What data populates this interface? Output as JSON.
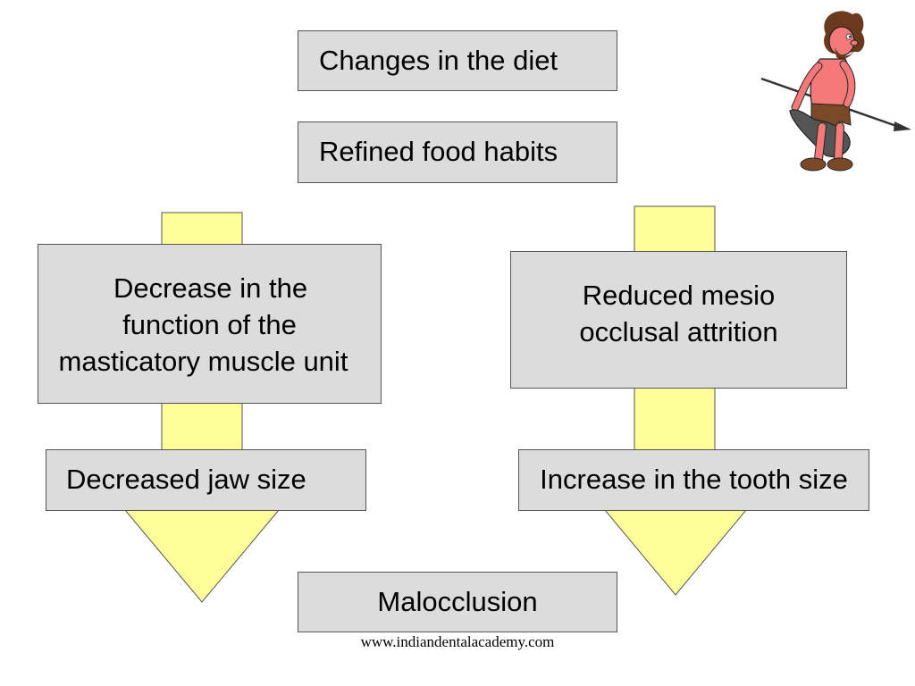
{
  "boxes": {
    "changes_in_diet": "Changes in the diet",
    "refined_food": "Refined food habits",
    "decrease_function": "Decrease in the function of the masticatory muscle unit",
    "decrease_function_lines": [
      "Decrease in the",
      "function of the",
      "masticatory muscle unit"
    ],
    "reduced_attrition_lines": [
      "Reduced mesio",
      "occlusal attrition"
    ],
    "decreased_jaw": "Decreased jaw size",
    "increase_tooth": "Increase in the tooth size",
    "malocclusion": "Malocclusion"
  },
  "footer": "www.indiandentalacademy.com",
  "colors": {
    "box_fill": "#dcdcdc",
    "arrow_fill": "#ffff99",
    "border": "#555555"
  },
  "icons": {
    "caveman": "caveman-with-club-and-spear-icon"
  }
}
